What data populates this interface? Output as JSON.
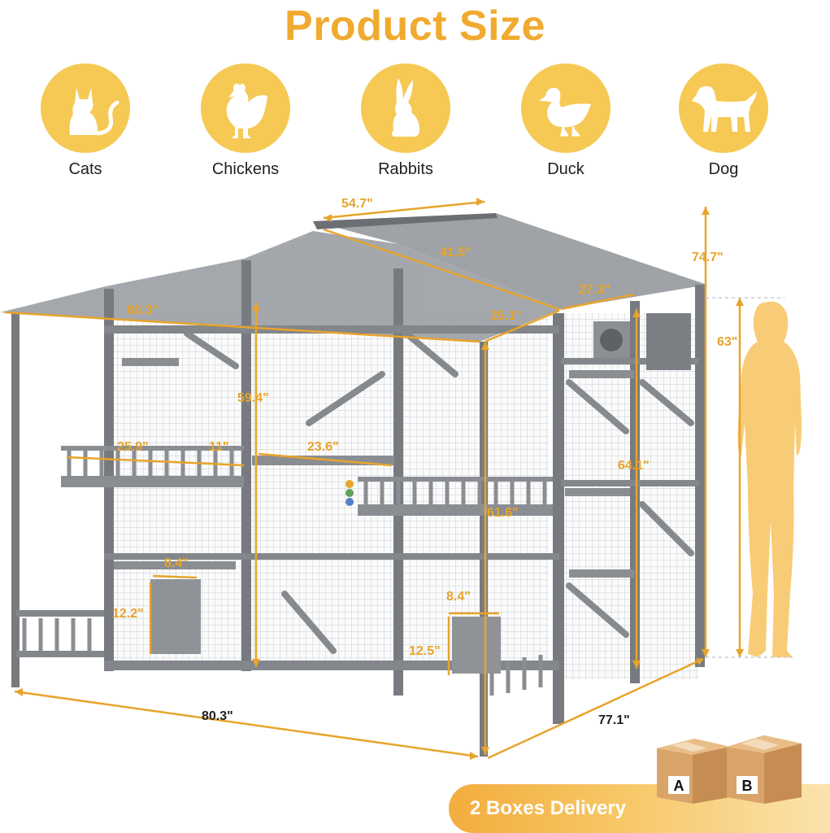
{
  "title": "Product Size",
  "colors": {
    "accent": "#f0aa2f",
    "circle": "#f6c955",
    "frame": "#777b80",
    "box": "#d9a46a"
  },
  "animals": [
    {
      "label": "Cats",
      "icon": "cat-icon"
    },
    {
      "label": "Chickens",
      "icon": "chicken-icon"
    },
    {
      "label": "Rabbits",
      "icon": "rabbit-icon"
    },
    {
      "label": "Duck",
      "icon": "duck-icon"
    },
    {
      "label": "Dog",
      "icon": "dog-icon"
    }
  ],
  "dimensions": {
    "roof_top_width": "54.7\"",
    "roof_slope_length": "41.5\"",
    "total_height": "74.7\"",
    "left_roof_width": "80.3\"",
    "right_roof_width": "27.3\"",
    "roof_depth": "25.1\"",
    "human_height": "63\"",
    "center_height": "59.4\"",
    "left_shelf_width": "25.9\"",
    "left_shelf_depth": "11\"",
    "center_shelf_width": "23.6\"",
    "right_height": "64.1\"",
    "inner_height": "61.6\"",
    "left_door_width": "8.4\"",
    "left_door_height": "12.2\"",
    "right_door_width": "8.4\"",
    "right_door_height": "12.5\"",
    "base_width": "80.3\"",
    "base_depth": "77.1\""
  },
  "delivery": {
    "text": "2 Boxes Delivery",
    "box_a": "A",
    "box_b": "B"
  }
}
